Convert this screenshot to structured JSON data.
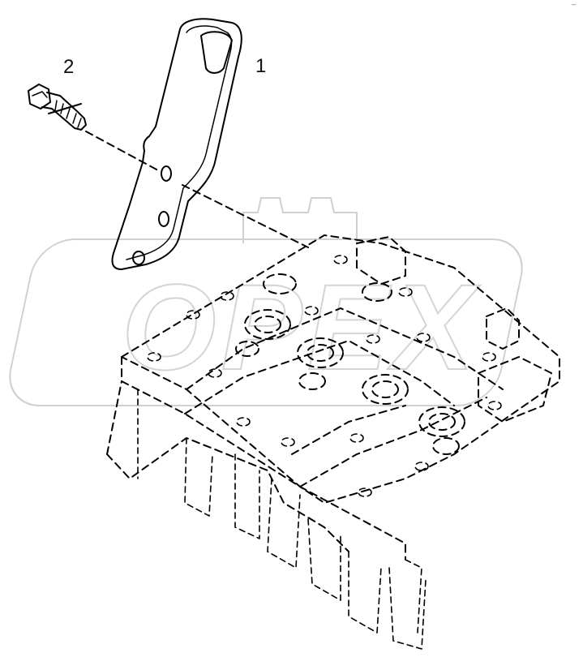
{
  "callouts": {
    "part_1": "1",
    "part_2": "2"
  },
  "corner_mark": "–",
  "watermark": {
    "text": "OPEX"
  },
  "colors": {
    "line": "#000000",
    "background": "#ffffff",
    "watermark": "#d0d0d0"
  }
}
